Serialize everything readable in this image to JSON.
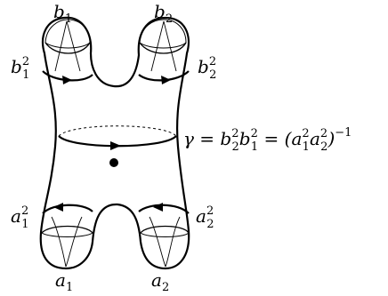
{
  "labels": {
    "b1": {
      "base": "b",
      "sub": "1"
    },
    "b2": {
      "base": "b",
      "sub": "2"
    },
    "b1sq": {
      "base": "b",
      "sup": "2",
      "sub": "1"
    },
    "b2sq": {
      "base": "b",
      "sup": "2",
      "sub": "2"
    },
    "a1sq": {
      "base": "a",
      "sup": "2",
      "sub": "1"
    },
    "a2sq": {
      "base": "a",
      "sup": "2",
      "sub": "2"
    },
    "a1": {
      "base": "a",
      "sub": "1"
    },
    "a2": {
      "base": "a",
      "sub": "2"
    }
  },
  "gamma": {
    "text": "γ = b",
    "parts": [
      "γ = b",
      "b",
      " = (a",
      "a",
      ")"
    ],
    "display": "γ = b₂²b₁² = (a₁²a₂²)⁻¹"
  },
  "colors": {
    "stroke": "#000000",
    "background": "#ffffff"
  }
}
